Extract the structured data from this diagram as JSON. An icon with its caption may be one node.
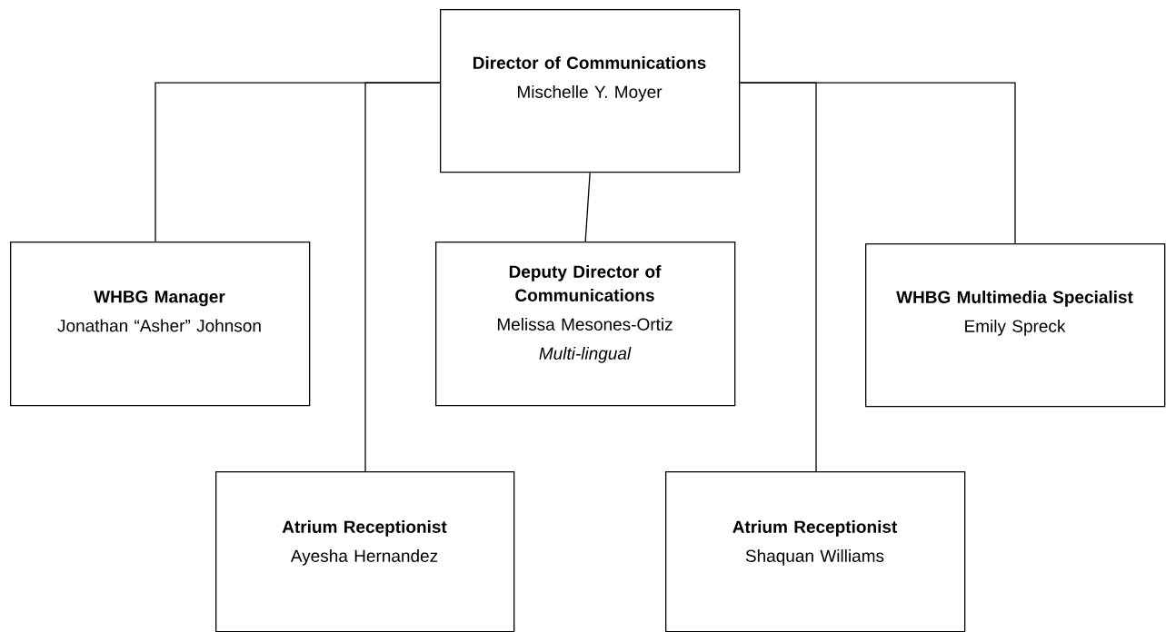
{
  "diagram": {
    "nodes": [
      {
        "text": [
          "Director of Communications",
          "Mischelle Y. Moyer"
        ]
      },
      {
        "text": [
          "WHBG Manager",
          "Jonathan “Asher” Johnson"
        ]
      },
      {
        "text": [
          "Deputy Director of Communications",
          "Melissa Mesones-Ortiz",
          "Multi-lingual"
        ]
      },
      {
        "text": [
          "WHBG Multimedia Specialist",
          "Emily Spreck"
        ]
      },
      {
        "text": [
          "Atrium Receptionist",
          "Ayesha Hernandez"
        ]
      },
      {
        "text": [
          "Atrium Receptionist",
          "Shaquan Williams"
        ]
      }
    ],
    "edges": [
      {
        "from": 0,
        "to": 1,
        "arrow": "none"
      },
      {
        "from": 0,
        "to": 4,
        "arrow": "none"
      },
      {
        "from": 0,
        "to": 2,
        "arrow": "none"
      },
      {
        "from": 0,
        "to": 5,
        "arrow": "none"
      },
      {
        "from": 0,
        "to": 3,
        "arrow": "none"
      }
    ]
  }
}
